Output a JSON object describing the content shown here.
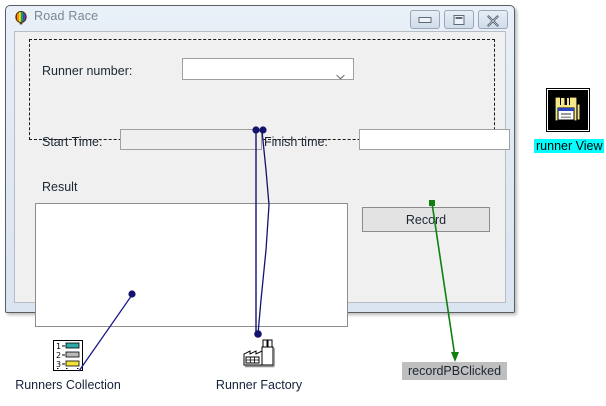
{
  "window": {
    "title": "Road Race",
    "app_icon": "balloon-icon",
    "buttons": [
      {
        "name": "minimize",
        "glyph": "minimize-icon"
      },
      {
        "name": "maximize",
        "glyph": "maximize-icon"
      },
      {
        "name": "close",
        "glyph": "close-icon"
      }
    ]
  },
  "form": {
    "runner_number_label": "Runner number:",
    "runner_number_value": "",
    "runner_number_placeholder": "",
    "start_time_label": "Start Time:",
    "start_time_value": "",
    "finish_time_label": "Finish time:",
    "finish_time_value": "",
    "result_label": "Result",
    "result_value": "",
    "record_button": "Record"
  },
  "annotations": {
    "items": [
      {
        "name": "runners-collection",
        "label": "Runners Collection",
        "icon": "numbered-list-icon"
      },
      {
        "name": "runner-factory",
        "label": "Runner Factory",
        "icon": "factory-icon"
      },
      {
        "name": "runner-view",
        "label": "runner View",
        "icon": "save-floppy-icon",
        "selected": true
      }
    ],
    "method_tag": "recordPBClicked"
  },
  "colors": {
    "connector_blue": "#1a1a8c",
    "connector_green": "#108010",
    "selection_cyan": "#00ffff",
    "tag_gray": "#bfbfbf",
    "window_chrome": "#dfe8f3",
    "client_bg": "#eff0ef"
  }
}
